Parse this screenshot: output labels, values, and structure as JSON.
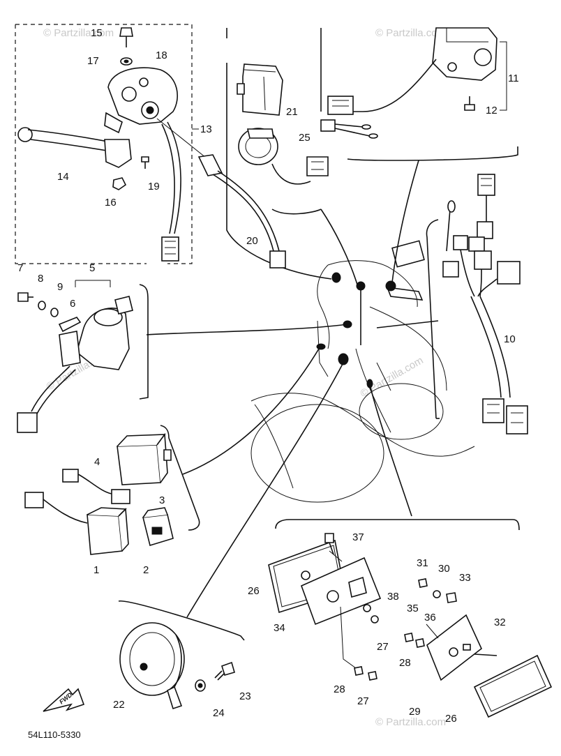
{
  "watermark": "© Partzilla.com",
  "diagram_code": "54L110-5330",
  "fwd_label": "FWD",
  "callouts": {
    "n1": "1",
    "n2": "2",
    "n3": "3",
    "n4": "4",
    "n5": "5",
    "n6": "6",
    "n7": "7",
    "n8": "8",
    "n9": "9",
    "n10": "10",
    "n11": "11",
    "n12": "12",
    "n13": "13",
    "n14": "14",
    "n15": "15",
    "n16": "16",
    "n17": "17",
    "n18": "18",
    "n19": "19",
    "n20": "20",
    "n21": "21",
    "n22": "22",
    "n23": "23",
    "n24": "24",
    "n25": "25",
    "n26a": "26",
    "n26b": "26",
    "n27a": "27",
    "n27b": "27",
    "n28a": "28",
    "n28b": "28",
    "n29": "29",
    "n30": "30",
    "n31": "31",
    "n32": "32",
    "n33": "33",
    "n34": "34",
    "n35": "35",
    "n36": "36",
    "n37": "37",
    "n38": "38"
  }
}
